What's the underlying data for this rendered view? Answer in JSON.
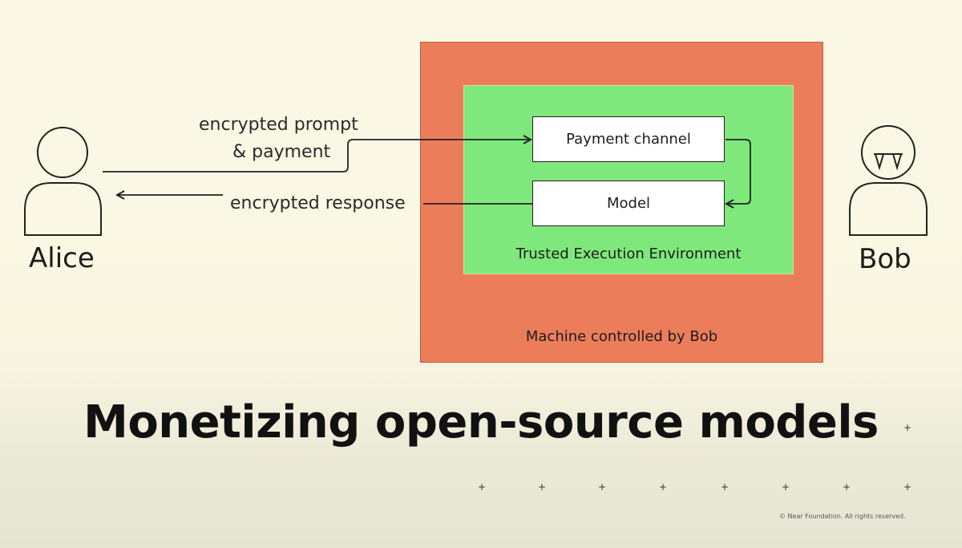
{
  "diagram": {
    "edges": {
      "prompt_line1": "encrypted prompt",
      "prompt_line2": "& payment",
      "response": "encrypted response"
    },
    "nodes": {
      "payment_channel": "Payment channel",
      "model": "Model"
    },
    "regions": {
      "tee": "Trusted Execution Environment",
      "machine": "Machine controlled by Bob"
    },
    "actors": {
      "alice": "Alice",
      "bob": "Bob"
    },
    "colors": {
      "machine_fill": "#ec7d5b",
      "tee_fill": "#7fe87c",
      "background": "#fbf9e6"
    }
  },
  "headline": "Monetizing open-source models",
  "copyright": "© Near Foundation. All rights reserved."
}
